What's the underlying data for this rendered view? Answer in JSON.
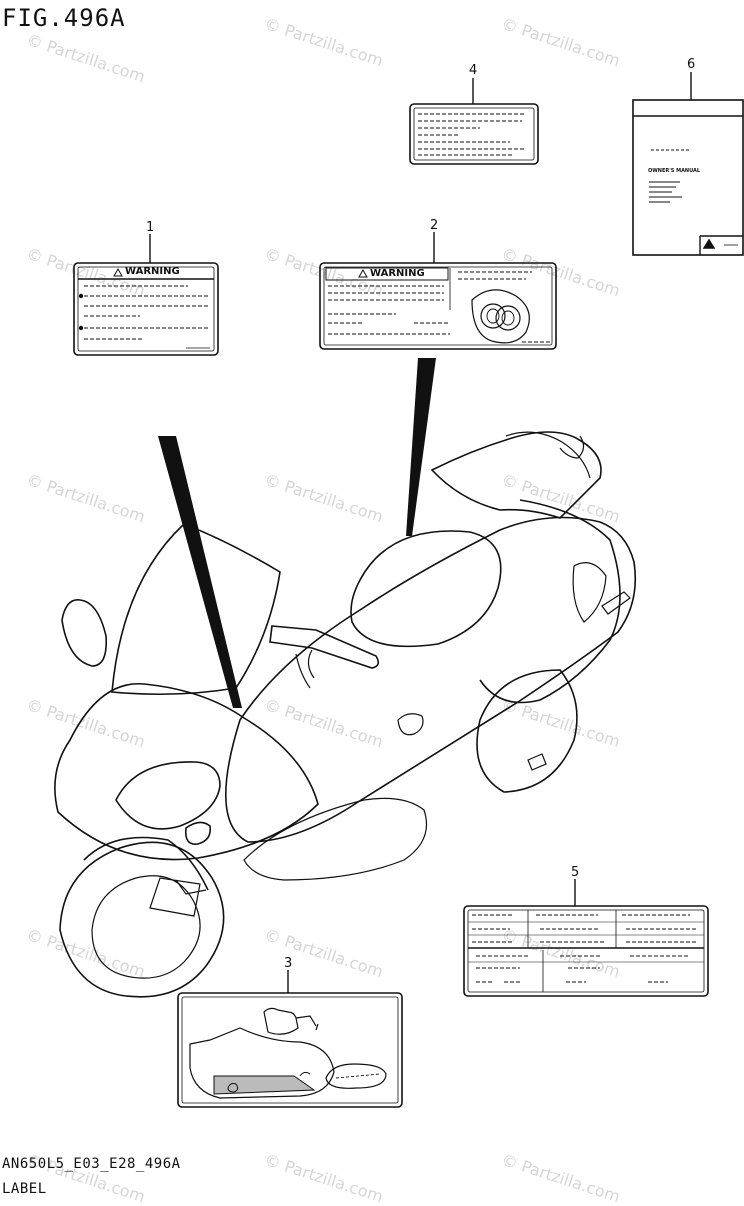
{
  "figure": {
    "title": "FIG.496A",
    "code": "AN650L5_E03_E28_496A",
    "label": "LABEL"
  },
  "watermark": "© Partzilla.com",
  "callouts": [
    "1",
    "2",
    "3",
    "4",
    "5",
    "6"
  ],
  "labels": {
    "warning_1": "WARNING",
    "warning_2": "WARNING",
    "owners_manual": "OWNER'S MANUAL"
  }
}
